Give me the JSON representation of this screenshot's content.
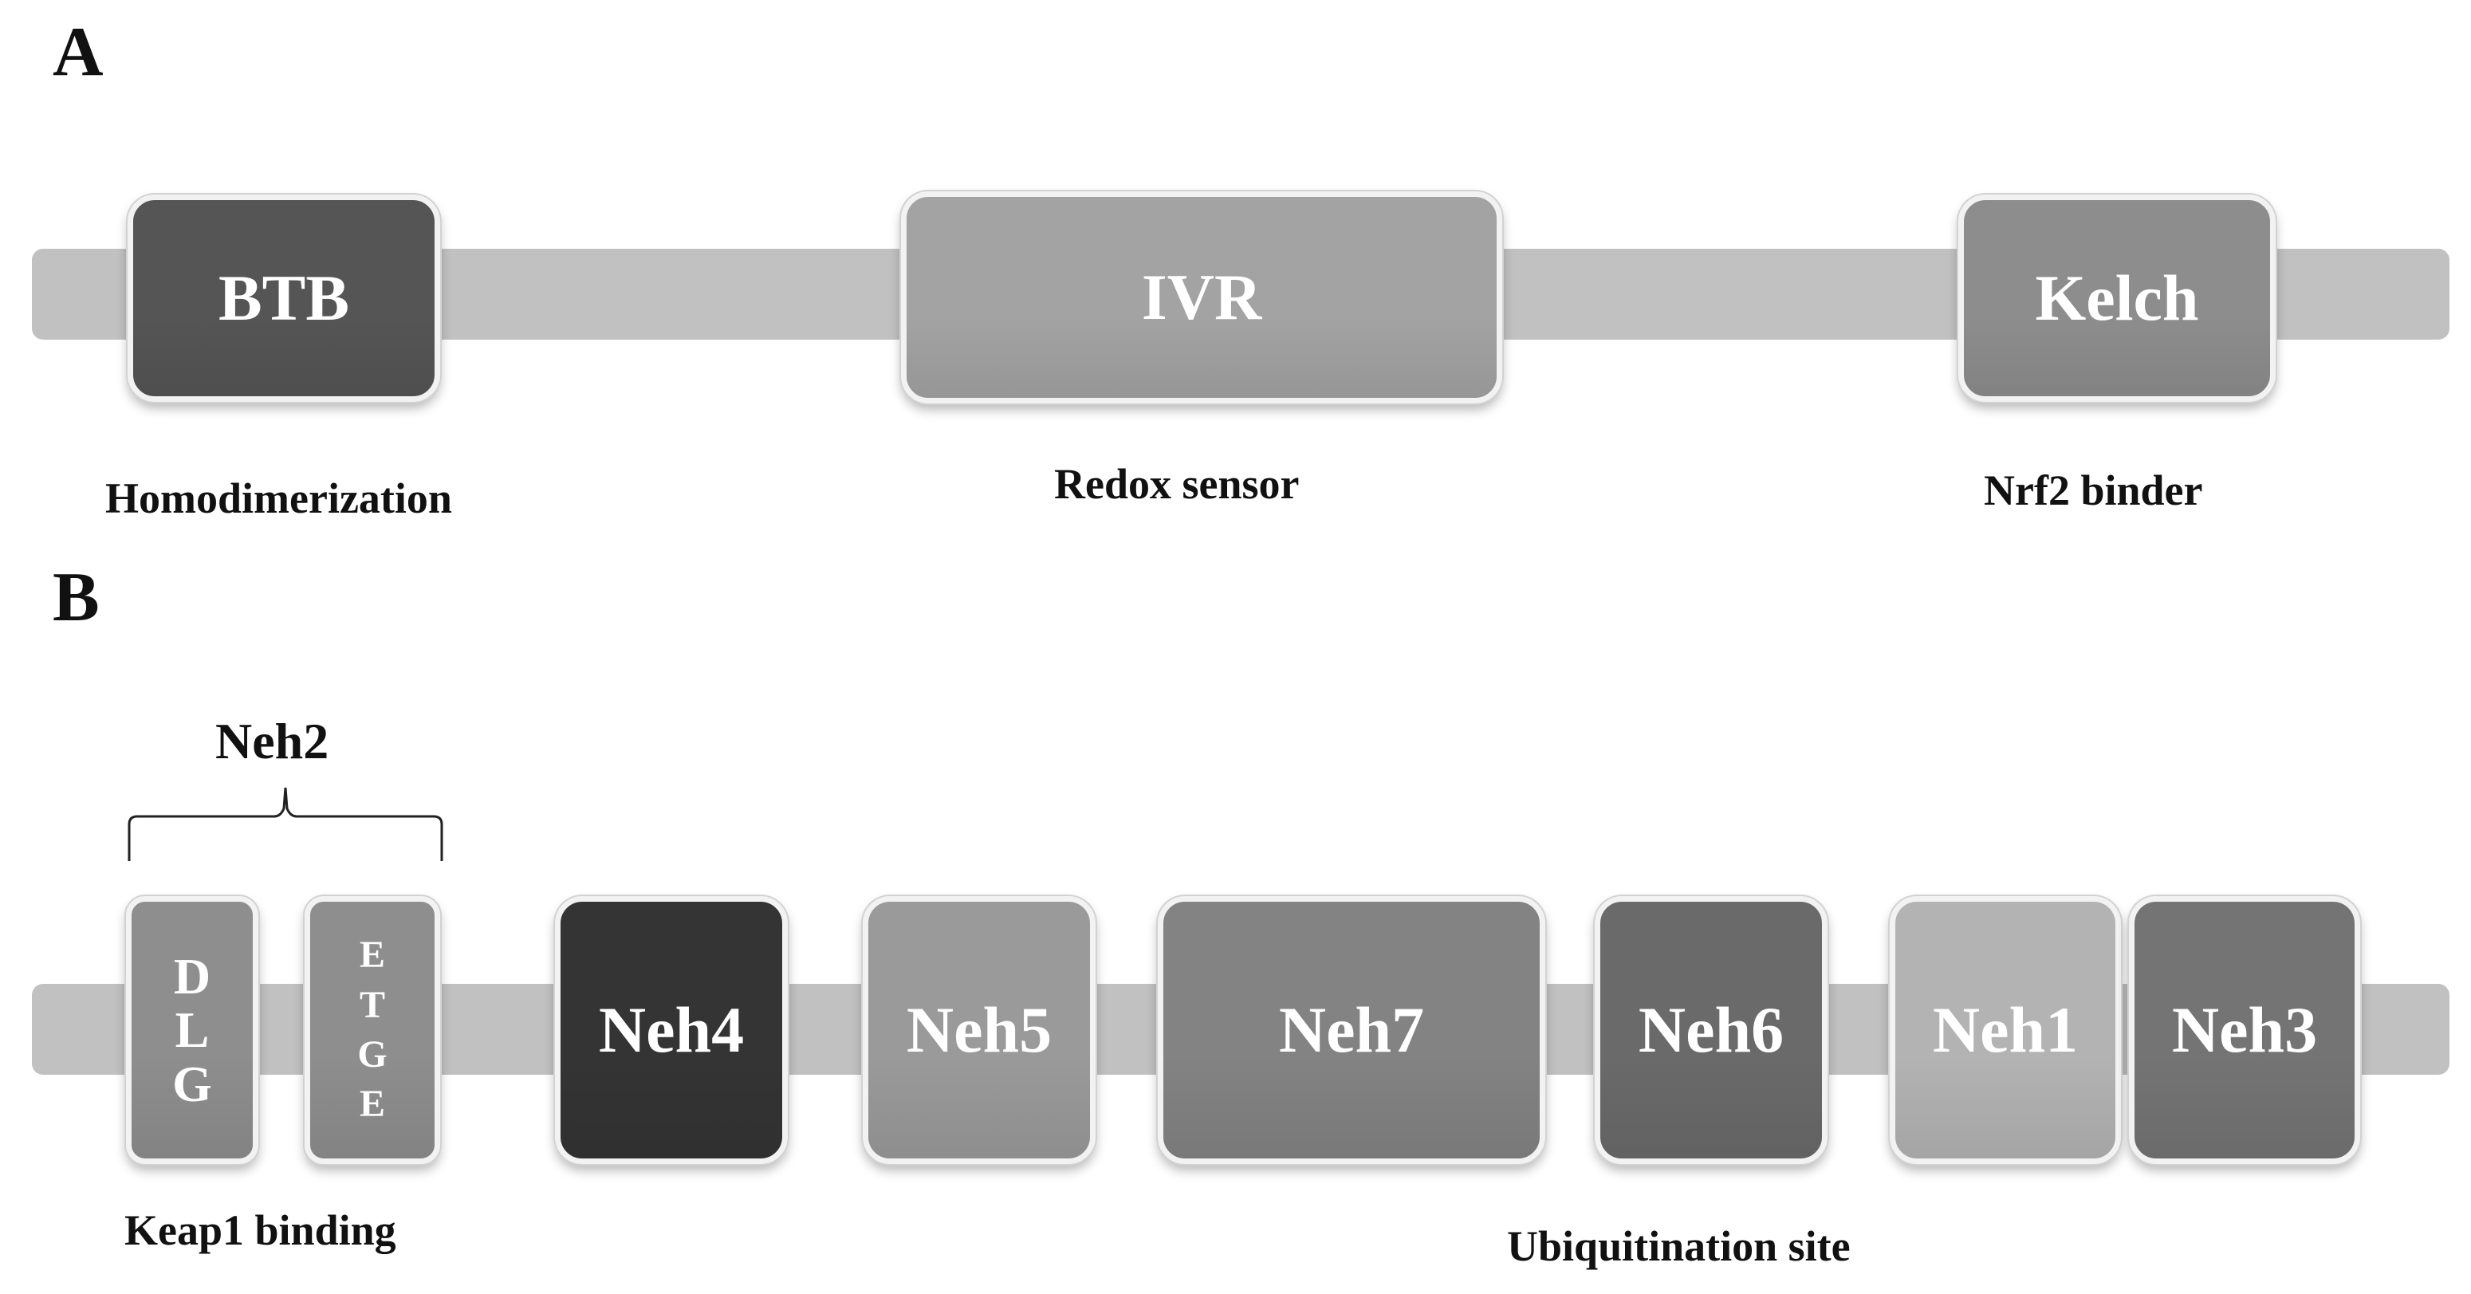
{
  "panel_a": {
    "letter": "A",
    "domains": [
      {
        "id": "btb",
        "label": "BTB",
        "color": "#555555"
      },
      {
        "id": "ivr",
        "label": "IVR",
        "color": "#a3a3a3"
      },
      {
        "id": "kelch",
        "label": "Kelch",
        "color": "#8d8d8d"
      }
    ],
    "labels": {
      "btb": "Homodimerization",
      "ivr": "Redox sensor",
      "kelch": "Nrf2 binder"
    }
  },
  "panel_b": {
    "letter": "B",
    "group_label": "Neh2",
    "motifs": [
      {
        "id": "dlg",
        "letters": [
          "D",
          "L",
          "G"
        ],
        "color": "#8e8e8e"
      },
      {
        "id": "etge",
        "letters": [
          "E",
          "T",
          "G",
          "E"
        ],
        "color": "#8e8e8e"
      }
    ],
    "domains": [
      {
        "id": "neh4",
        "label": "Neh4",
        "color": "#343434"
      },
      {
        "id": "neh5",
        "label": "Neh5",
        "color": "#9a9a9a"
      },
      {
        "id": "neh7",
        "label": "Neh7",
        "color": "#838383"
      },
      {
        "id": "neh6",
        "label": "Neh6",
        "color": "#6a6a6a"
      },
      {
        "id": "neh1",
        "label": "Neh1",
        "color": "#b3b3b3"
      },
      {
        "id": "neh3",
        "label": "Neh3",
        "color": "#747474"
      }
    ],
    "labels": {
      "keap1": "Keap1 binding",
      "ubiquitination": "Ubiquitination site"
    }
  }
}
